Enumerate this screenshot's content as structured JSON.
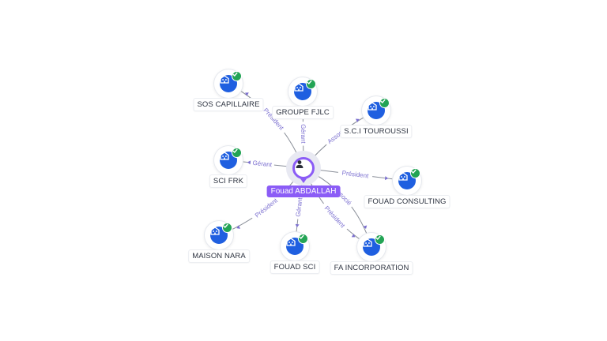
{
  "center": {
    "name": "Fouad ABDALLAH"
  },
  "companies": [
    {
      "name": "SOS CAPILLAIRE",
      "role": "Président",
      "verified": true
    },
    {
      "name": "GROUPE FJLC",
      "role": "Gérant",
      "verified": true
    },
    {
      "name": "S.C.I TOUROUSSI",
      "role": "Associé",
      "verified": true
    },
    {
      "name": "SCI FRK",
      "role": "Gérant",
      "verified": true
    },
    {
      "name": "FOUAD CONSULTING",
      "role": "Président",
      "verified": true
    },
    {
      "name": "MAISON NARA",
      "role": "Président",
      "verified": true
    },
    {
      "name": "FOUAD SCI",
      "role": "Gérant",
      "verified": true
    },
    {
      "name": "FA INCORPORATION",
      "role": "Associé",
      "verified": true
    },
    {
      "name": "FA INCORPORATION",
      "role": "Président",
      "verified": true
    }
  ],
  "colors": {
    "accent": "#8b5cf6",
    "company": "#1f5fe0",
    "verified": "#23a455",
    "edge": "#8a8f99",
    "edge_label": "#7b6fd0"
  },
  "icons": {
    "person": "person-icon",
    "company": "building-icon",
    "verified": "check-icon"
  }
}
